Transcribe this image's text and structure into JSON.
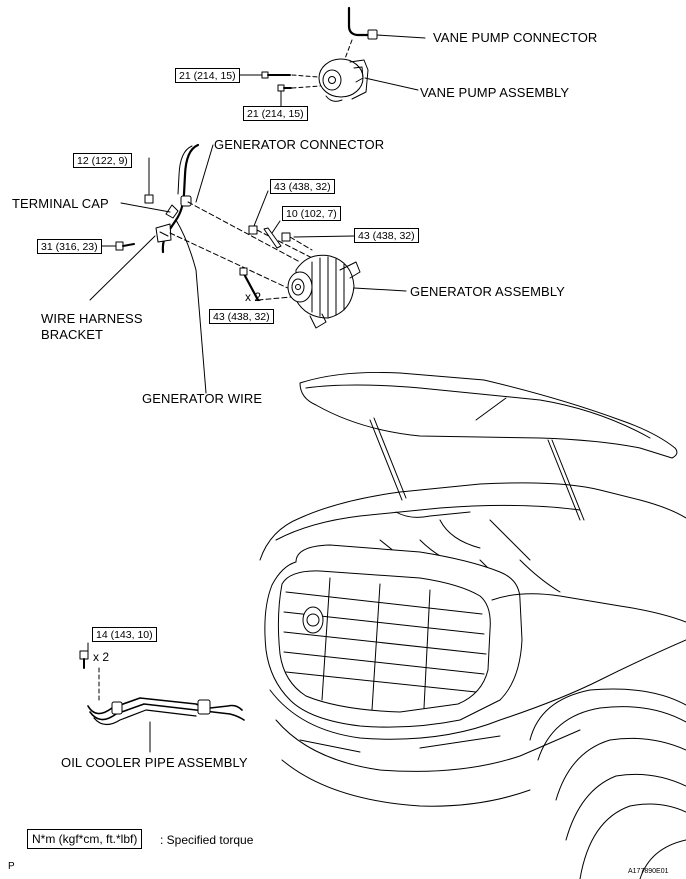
{
  "labels": {
    "vane_pump_connector": "VANE PUMP CONNECTOR",
    "vane_pump_assembly": "VANE PUMP ASSEMBLY",
    "generator_connector": "GENERATOR CONNECTOR",
    "terminal_cap": "TERMINAL CAP",
    "generator_assembly": "GENERATOR ASSEMBLY",
    "wire_harness_bracket_line1": "WIRE HARNESS",
    "wire_harness_bracket_line2": "BRACKET",
    "generator_wire": "GENERATOR WIRE",
    "oil_cooler_pipe_assembly": "OIL COOLER PIPE ASSEMBLY"
  },
  "torques": {
    "vane_pump_bolt_upper": "21 (214, 15)",
    "vane_pump_bolt_lower": "21 (214, 15)",
    "generator_connector_nut": "12 (122, 9)",
    "wire_harness_bolt": "31 (316, 23)",
    "generator_top_nut": "43 (438, 32)",
    "generator_terminal_nut": "10 (102, 7)",
    "generator_stud_bolt": "43 (438, 32)",
    "generator_lower_bolts": "43 (438, 32)",
    "oil_cooler_bolts": "14 (143, 10)"
  },
  "multipliers": {
    "generator_lower_bolts": "x 2",
    "oil_cooler_bolts": "x 2"
  },
  "legend": {
    "unit_box": "N*m (kgf*cm, ft.*lbf)",
    "unit_text": ": Specified torque"
  },
  "corner_mark": "P",
  "illustration_code": "A177890E01"
}
